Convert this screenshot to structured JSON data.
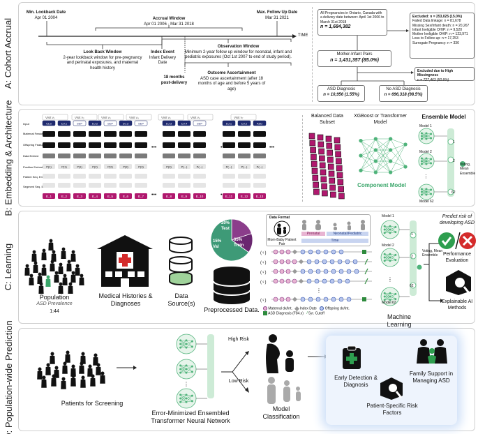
{
  "labels": {
    "A": "A: Cohort Accrual",
    "B": "B: Embedding & Architecture",
    "C": "C: Learning",
    "D": "D: Population-wide Prediction"
  },
  "panelA": {
    "min_lookback_title": "Min. Lookback Date",
    "min_lookback_date": "Apr 01 2004",
    "accrual_title": "Accrual Window",
    "accrual_dates": "Apr 01 2006 - Mar 31 2018",
    "max_followup_title": "Max. Follow Up Date",
    "max_followup_date": "Mar 31 2021",
    "time_label": "TIME",
    "lookback_title": "Look Back Window",
    "lookback_desc": "2-year lookback window for pre-pregnancy and perinatal exposures, and maternal health history",
    "index_title": "Index Event",
    "index_desc": "Infant Delivery Date",
    "observation_title": "Observation Window",
    "observation_desc": "Minimum 2-year follow up window for neonatal, infant and pediatric exposures (Oct 1st 2007 to end of study period).",
    "months_label": "18 months post-delivery",
    "outcome_title": "Outcome Ascertainment",
    "outcome_desc": "ASD case ascertainment (after 18 months of age and before 5 years of age)",
    "all_preg_text": "All Pregnancies in Ontario, Canada with a delivery date between: April 1st 2006 to March 31st 2018",
    "all_preg_n": "n = 1,684,382",
    "excluded_title": "Excluded: n = 253,025 (15.0%)",
    "excluded_items": [
      "Failed Data linkage: n = 81,678",
      "Missing Sex/Infant death: n = 20,267",
      "Infant Ineligible OHIP: n = 9,520",
      "Mother Ineligible OHIP: n = 123,971",
      "Loss to Follow-up: n = 17,253",
      "Surrogate Pregnancy: n = 336"
    ],
    "pairs_title": "Mother-Infant Pairs",
    "pairs_n": "n = 1,431,357 (85.0%)",
    "excluded_missing_title": "Excluded due to High Missingness",
    "excluded_missing_n": "n = 727,463 (50.8%)",
    "asd_title": "ASD Diagnosis",
    "asd_n": "n = 10,956 (1.55%)",
    "noasd_title": "No ASD Diagnosis",
    "noasd_n": "n = 696,318 (98.5%)"
  },
  "panelB": {
    "visits": [
      "Visit v₁",
      "Visit v₂",
      "Visit v₃",
      "Visit v₄",
      "Visit v₅",
      "Visit v₆",
      "Visit v₇"
    ],
    "row_labels": [
      "Input",
      "Maternal Features",
      "Offspring Features",
      "Data Embed",
      "Position Embed",
      "Patient Seq. Embed",
      "Segment Seq. Embed"
    ],
    "input_tokens": [
      "CLS",
      "DJ.1",
      "SEP",
      "DJ.2",
      "SEP",
      "DJ.3",
      "SEP",
      "DJ.3",
      "DJ.4",
      "SEP",
      "DJ.1",
      "DJ.2",
      "ASD"
    ],
    "pos_tokens": [
      "P(1)",
      "P(1)",
      "P(1)",
      "P(2)",
      "P(2)",
      "P(3)",
      "P(3)",
      "P(3)",
      "P(...)",
      "P(...)",
      "P(...)",
      "P(...)",
      "P(...)"
    ],
    "e_tokens": [
      "E_1",
      "E_2",
      "E_3",
      "E_4",
      "E_5",
      "E_6",
      "E_7",
      "E_8",
      "E_9",
      "E_10",
      "E_11",
      "E_12",
      "E_13"
    ],
    "balanced_label": "Balanced Data Subset",
    "xgb_label": "XGBoost or Transformer Model",
    "component_label": "Component Model",
    "ensemble_title": "Ensemble Model",
    "model_labels": [
      "Model 1",
      "Model 2",
      "Model 62"
    ],
    "model_nums": [
      "1",
      "2",
      "62"
    ],
    "voting_label": "Voting, Mean Ensemble"
  },
  "panelC": {
    "population_label": "Population",
    "prevalence_label": "ASD Prevalence",
    "prevalence_value": "1:44",
    "med_label": "Medical Histories & Diagnoses",
    "source_label": "Data Source(s)",
    "prep_label": "Preprocessed Data.",
    "pie_test": "20% Test",
    "pie_val": "15% Val",
    "pie_train": "65% Train",
    "chart_data": {
      "type": "pie",
      "labels": [
        "Test",
        "Val",
        "Train"
      ],
      "values": [
        20,
        15,
        65
      ],
      "colors": [
        "#8b3d8b",
        "#6a2770",
        "#3e9a77"
      ]
    },
    "format_title": "Data Format",
    "pair_label": "Mom-Baby Patient Pair",
    "prenatal_label": "Prenatal",
    "neonatal_label": "Neonatal/Pediatric",
    "time_label": "Time",
    "legend_maternal": "Maternal dx/Int.",
    "legend_index": "Index Date",
    "legend_offspring": "Offspring dx/Int.",
    "legend_asd": "ASD Diagnosis (F84.x)",
    "legend_cutoff": "5yr. Cutoff",
    "ml_label": "Machine Learning",
    "voting_label": "Voting, Mean Ensemble",
    "model_labels": [
      "Model 1",
      "Model 2",
      "Model 62"
    ],
    "model_nums": [
      "1",
      "2",
      "62"
    ],
    "predict_label": "Predict risk of developing ASD",
    "perf_label": "Performance Evaluation",
    "xai_label": "Explainable AI Methods"
  },
  "panelD": {
    "patients_label": "Patients for Screening",
    "network_label": "Error-Minimized Ensembled Transformer Neural Network",
    "high_label": "High Risk",
    "low_label": "Low Risk",
    "model_class_label": "Model Classification",
    "early_label": "Early Detection & Diagnosis",
    "family_label": "Family Support in Managing ASD",
    "risk_factors_label": "Patient-Specific Risk Factors"
  }
}
